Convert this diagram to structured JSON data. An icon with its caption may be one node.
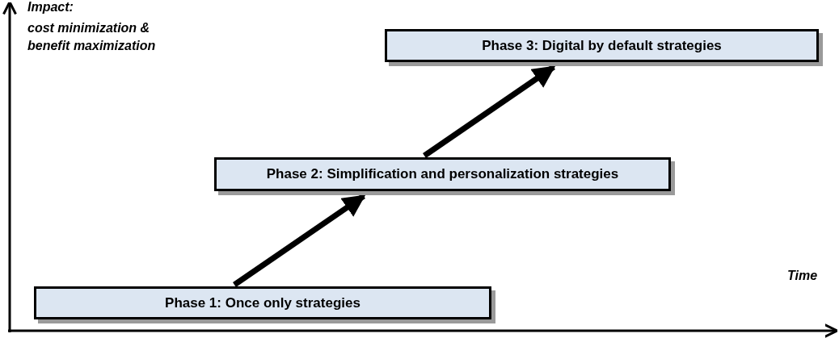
{
  "diagram": {
    "nodes": [
      {
        "text": [
          "Phase 1: Once only strategies"
        ]
      },
      {
        "text": [
          "Phase 2: Simplification and personalization strategies"
        ]
      },
      {
        "text": [
          "Phase 3: Digital by default strategies"
        ]
      }
    ],
    "edges": [
      {
        "from": 0,
        "to": 1,
        "arrow": "to"
      },
      {
        "from": 1,
        "to": 2,
        "arrow": "to"
      }
    ],
    "labels": [
      "Impact:",
      "cost minimization & benefit maximization",
      "Time"
    ]
  }
}
